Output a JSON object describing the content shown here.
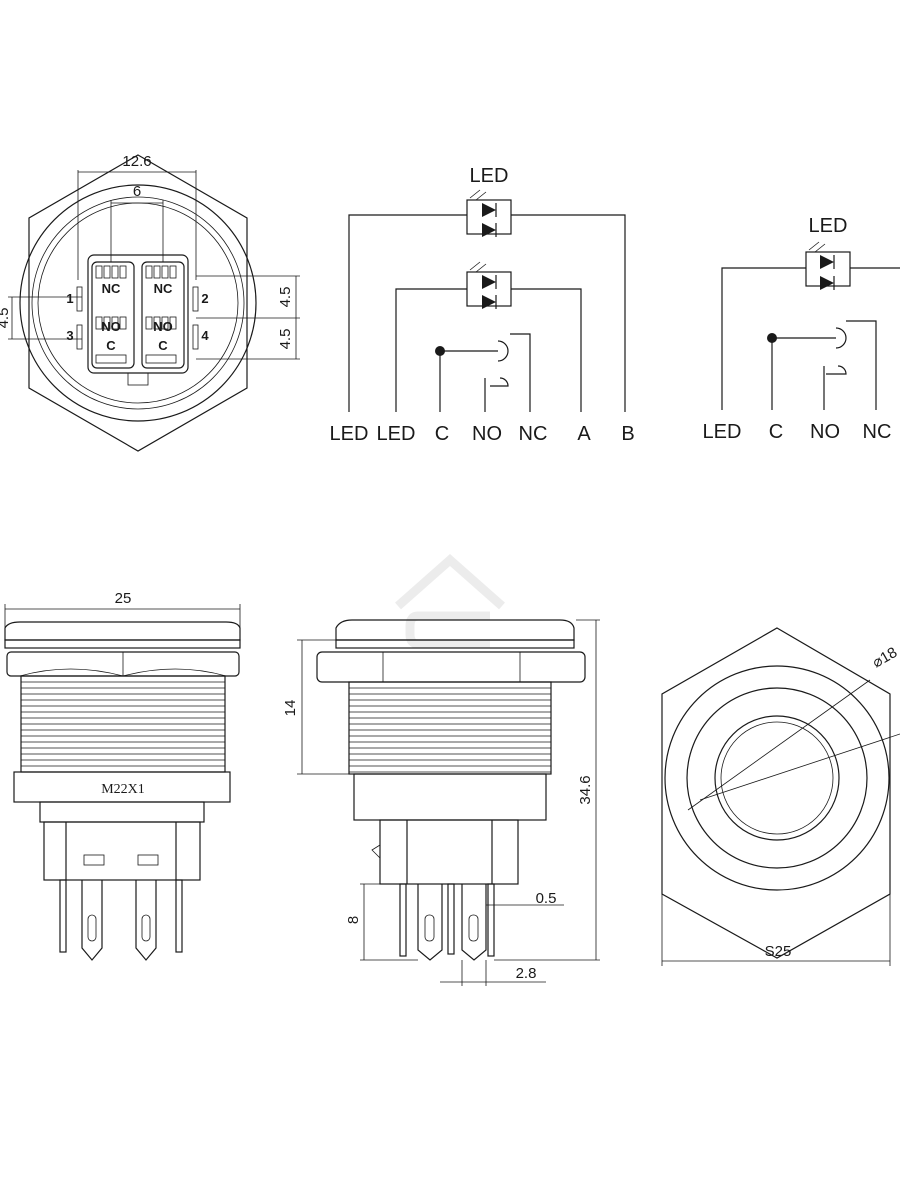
{
  "top_left_view": {
    "dim_width_outer": "12.6",
    "dim_width_inner": "6",
    "dim_pitch_left": "4.5",
    "dim_pitch_right_top": "4.5",
    "dim_pitch_right_bottom": "4.5",
    "contact_top_left": "NC",
    "contact_top_right": "NC",
    "contact_mid_left": "NO",
    "contact_mid_right": "NO",
    "contact_bottom_left": "C",
    "contact_bottom_right": "C",
    "pin_1": "1",
    "pin_2": "2",
    "pin_3": "3",
    "pin_4": "4"
  },
  "schematic_bicolor": {
    "led_title": "LED",
    "terminals": [
      "LED",
      "LED",
      "C",
      "NO",
      "NC",
      "A",
      "B"
    ]
  },
  "schematic_single": {
    "led_title": "LED",
    "terminals": [
      "LED",
      "C",
      "NO",
      "NC"
    ]
  },
  "side_view": {
    "dim_width": "25",
    "thread_label": "M22X1"
  },
  "profile_view": {
    "dim_thread_length": "14",
    "dim_total_length": "34.6",
    "dim_terminal_length": "8",
    "dim_terminal_thickness": "0.5",
    "dim_terminal_width": "2.8"
  },
  "front_view": {
    "dim_diameter": "⌀18",
    "dim_hex": "S25"
  }
}
